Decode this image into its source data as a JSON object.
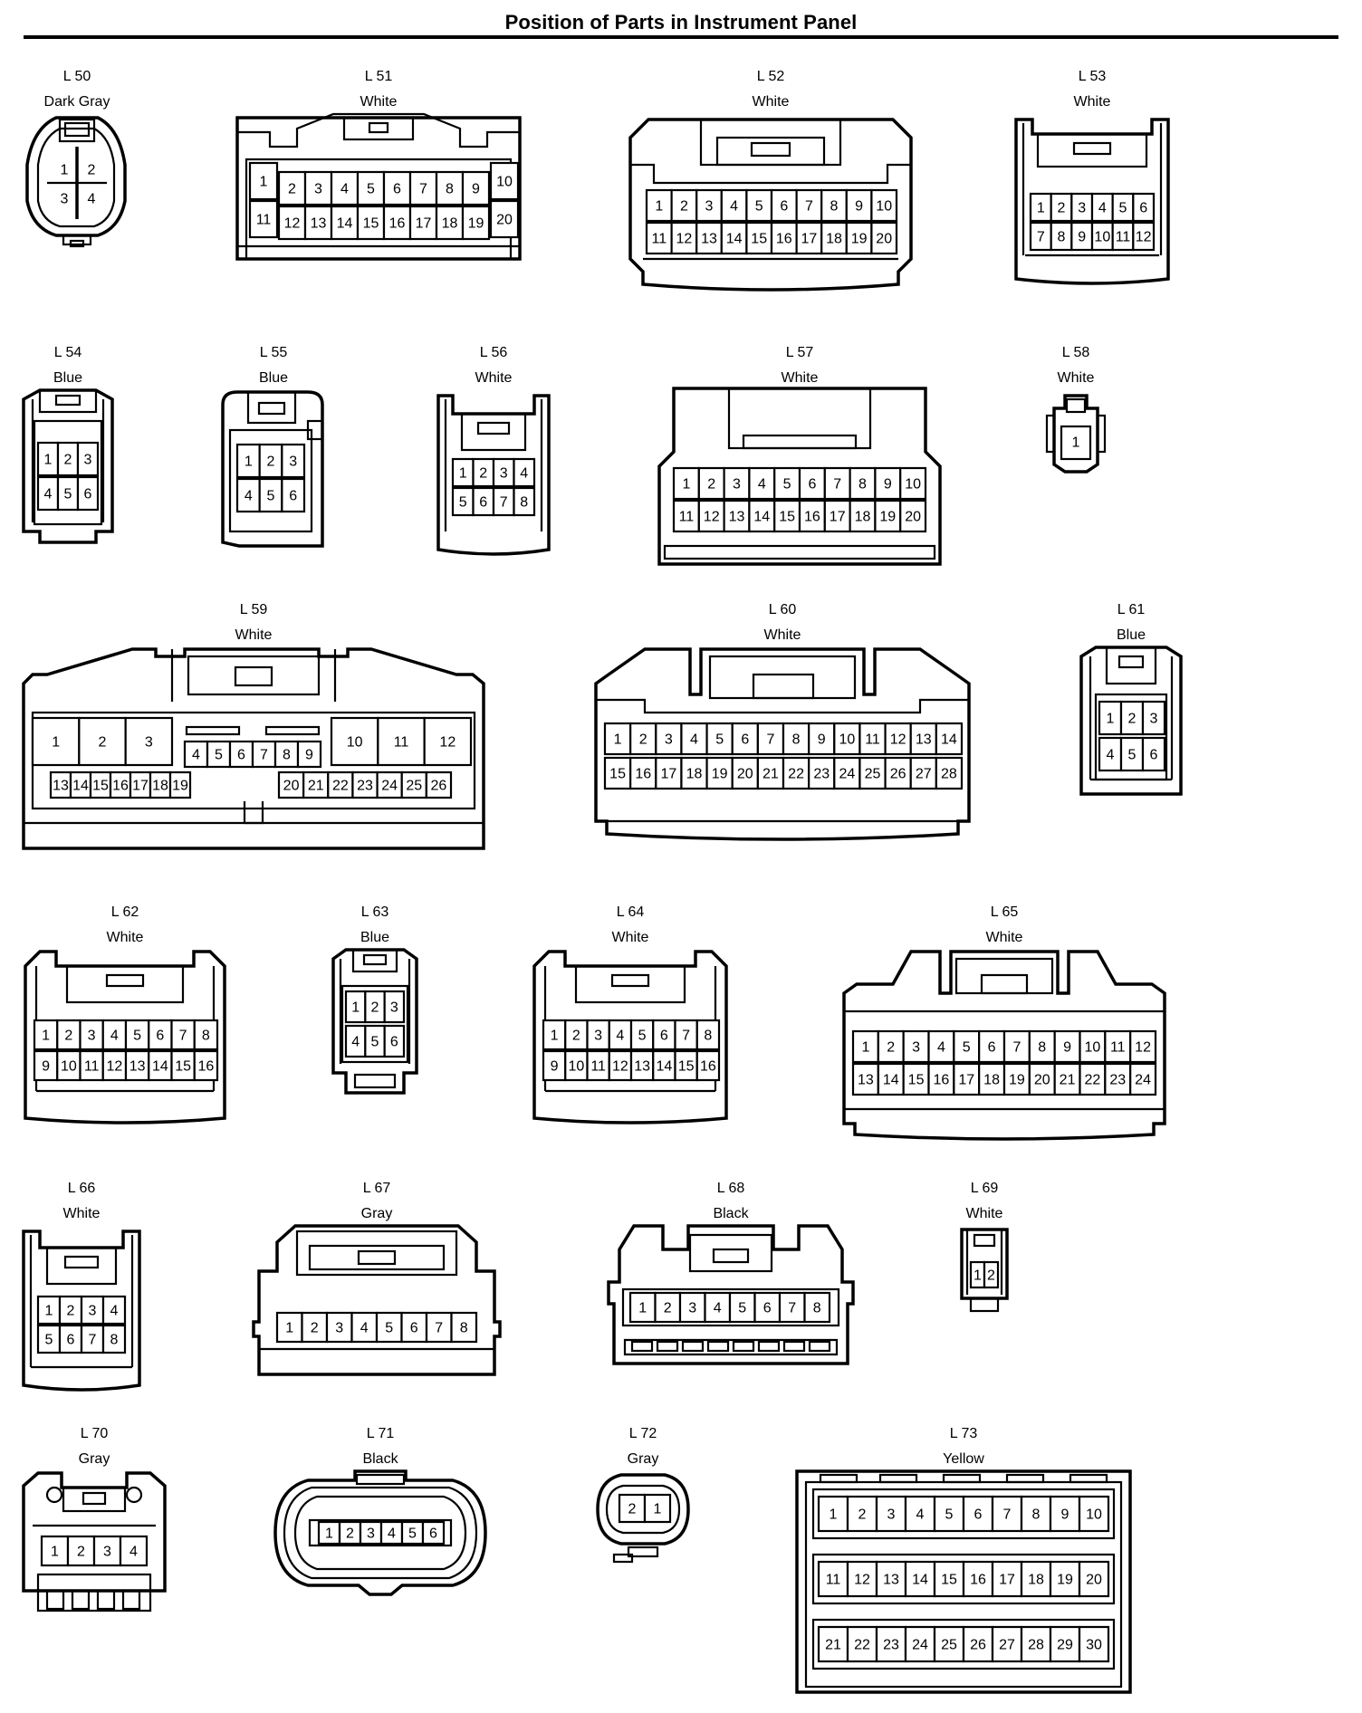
{
  "title": "Position of Parts in Instrument Panel",
  "connectors": [
    {
      "id": "l50",
      "label": "L 50",
      "color": "Dark Gray"
    },
    {
      "id": "l51",
      "label": "L 51",
      "color": "White"
    },
    {
      "id": "l52",
      "label": "L 52",
      "color": "White"
    },
    {
      "id": "l53",
      "label": "L 53",
      "color": "White"
    },
    {
      "id": "l54",
      "label": "L 54",
      "color": "Blue"
    },
    {
      "id": "l55",
      "label": "L 55",
      "color": "Blue"
    },
    {
      "id": "l56",
      "label": "L 56",
      "color": "White"
    },
    {
      "id": "l57",
      "label": "L 57",
      "color": "White"
    },
    {
      "id": "l58",
      "label": "L 58",
      "color": "White"
    },
    {
      "id": "l59",
      "label": "L 59",
      "color": "White"
    },
    {
      "id": "l60",
      "label": "L 60",
      "color": "White"
    },
    {
      "id": "l61",
      "label": "L 61",
      "color": "Blue"
    },
    {
      "id": "l62",
      "label": "L 62",
      "color": "White"
    },
    {
      "id": "l63",
      "label": "L 63",
      "color": "Blue"
    },
    {
      "id": "l64",
      "label": "L 64",
      "color": "White"
    },
    {
      "id": "l65",
      "label": "L 65",
      "color": "White"
    },
    {
      "id": "l66",
      "label": "L 66",
      "color": "White"
    },
    {
      "id": "l67",
      "label": "L 67",
      "color": "Gray"
    },
    {
      "id": "l68",
      "label": "L 68",
      "color": "Black"
    },
    {
      "id": "l69",
      "label": "L 69",
      "color": "White"
    },
    {
      "id": "l70",
      "label": "L 70",
      "color": "Gray"
    },
    {
      "id": "l71",
      "label": "L 71",
      "color": "Black"
    },
    {
      "id": "l72",
      "label": "L 72",
      "color": "Gray"
    },
    {
      "id": "l73",
      "label": "L 73",
      "color": "Yellow"
    }
  ]
}
